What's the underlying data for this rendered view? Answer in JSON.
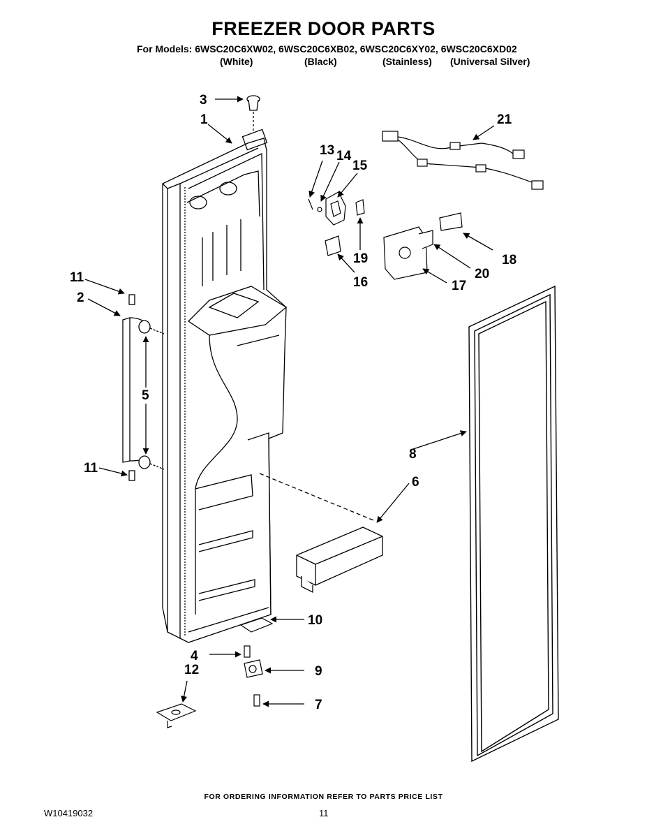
{
  "header": {
    "title": "FREEZER DOOR PARTS",
    "models_line": "For Models: 6WSC20C6XW02, 6WSC20C6XB02, 6WSC20C6XY02, 6WSC20C6XD02",
    "colors": [
      "(White)",
      "(Black)",
      "(Stainless)",
      "(Universal Silver)"
    ]
  },
  "part_labels": {
    "p1": "1",
    "p2": "2",
    "p3": "3",
    "p4": "4",
    "p5": "5",
    "p6": "6",
    "p7": "7",
    "p8": "8",
    "p9": "9",
    "p10": "10",
    "p11a": "11",
    "p11b": "11",
    "p12": "12",
    "p13": "13",
    "p14": "14",
    "p15": "15",
    "p16": "16",
    "p17": "17",
    "p18": "18",
    "p19": "19",
    "p20": "20",
    "p21": "21"
  },
  "footer": {
    "ordering_info": "FOR ORDERING INFORMATION REFER TO PARTS PRICE LIST",
    "doc_number": "W10419032",
    "page_number": "11"
  }
}
